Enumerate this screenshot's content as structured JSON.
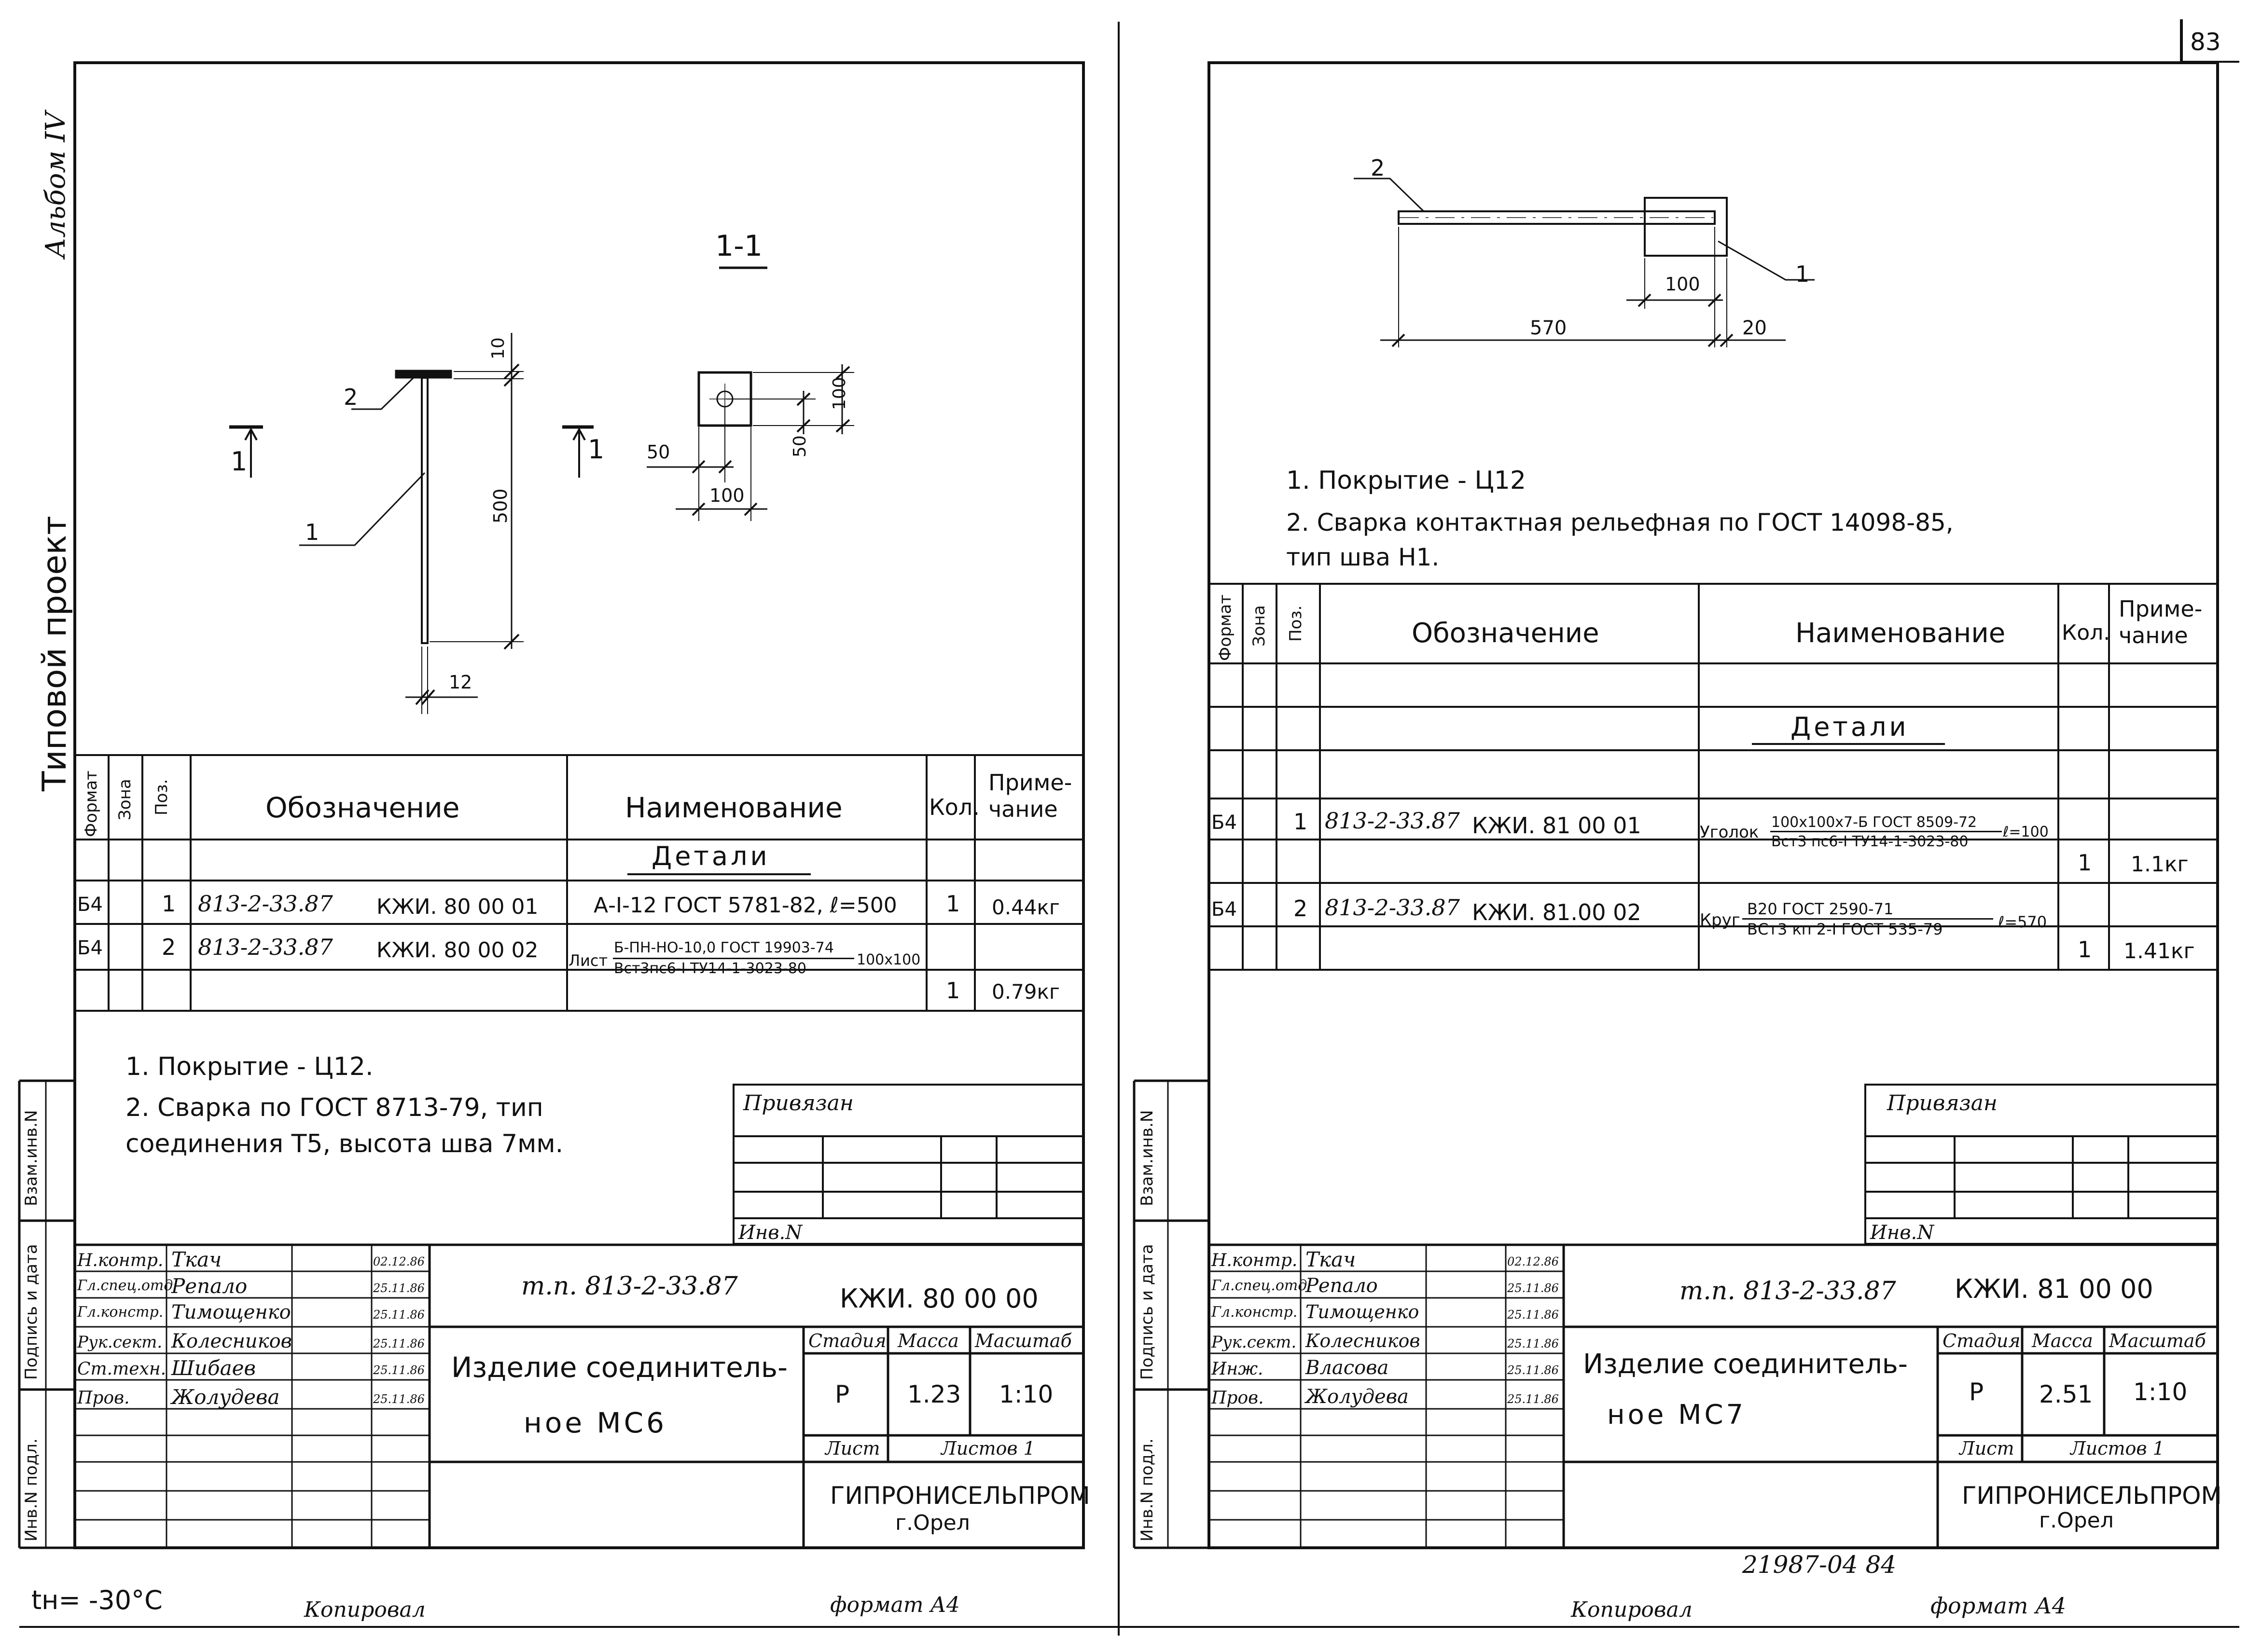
{
  "page_number": "83",
  "bottom_number": "21987-04   84",
  "temperature": "tн= -30°С",
  "copied_left": "Копировал",
  "copied_right": "Копировал",
  "format_left": "формат А4",
  "format_right": "формат А4",
  "side_left": {
    "album": "Альбом IV",
    "project": "Типовой проект",
    "stamp_1": "Взам.инв.N",
    "stamp_2": "Подпись и дата",
    "stamp_3": "Инв.N подл."
  },
  "side_right": {
    "stamp_1": "Взам.инв.N",
    "stamp_2": "Подпись и дата",
    "stamp_3": "Инв.N подл."
  },
  "left": {
    "section_label": "1-1",
    "section_mark": "1",
    "dims": {
      "d10": "10",
      "d500": "500",
      "d12": "12",
      "d50a": "50",
      "d100a": "100",
      "d50b": "50",
      "d100b": "100"
    },
    "pos_1": "1",
    "pos_2": "2",
    "spec_headers": [
      "Формат",
      "Зона",
      "Поз.",
      "Обозначение",
      "Наименование",
      "Кол.",
      "Приме-\nчание"
    ],
    "section_title": "Детали",
    "rows": [
      {
        "format": "Б4",
        "zone": "",
        "pos": "1",
        "doc": "813-2-33.87",
        "code": "КЖИ. 80 00 01",
        "name": "А-I-12 ГОСТ 5781-82, ℓ=500",
        "qty": "1",
        "note": "0.44кг"
      },
      {
        "format": "Б4",
        "zone": "",
        "pos": "2",
        "doc": "813-2-33.87",
        "code": "КЖИ. 80 00 02",
        "name_prefix": "Лист",
        "name_top": "Б-ПН-НО-10,0 ГОСТ 19903-74",
        "name_bot": "Вст3пс6-I ТУ14-1-3023-80",
        "name_suffix": "100х100",
        "qty": "",
        "note": ""
      },
      {
        "format": "",
        "zone": "",
        "pos": "",
        "doc": "",
        "code": "",
        "name": "",
        "qty": "1",
        "note": "0.79кг"
      }
    ],
    "notes": [
      "1. Покрытие - Ц12.",
      "2. Сварка по ГОСТ 8713-79, тип",
      "соединения Т5, высота шва 7мм."
    ],
    "privyazan": "Привязан",
    "inv": "Инв.N",
    "staff": [
      {
        "role": "Н.контр.",
        "name": "Ткач",
        "date": "02.12.86"
      },
      {
        "role": "Гл.спец.отд",
        "name": "Репало",
        "date": "25.11.86"
      },
      {
        "role": "Гл.констр.",
        "name": "Тимощенко",
        "date": "25.11.86"
      },
      {
        "role": "Рук.сект.",
        "name": "Колесников",
        "date": "25.11.86"
      },
      {
        "role": "Ст.техн.",
        "name": "Шибаев",
        "date": "25.11.86"
      },
      {
        "role": "Пров.",
        "name": "Жолудева",
        "date": "25.11.86"
      }
    ],
    "tp": "т.п. 813-2-33.87",
    "code": "КЖИ. 80 00 00",
    "title_1": "Изделие соединитель-",
    "title_2": "ное МС6",
    "stage_h": "Стадия",
    "mass_h": "Масса",
    "scale_h": "Масштаб",
    "stage": "Р",
    "mass": "1.23",
    "scale": "1:10",
    "sheet": "Лист",
    "sheets": "Листов 1",
    "org": "ГИПРОНИСЕЛЬПРОМ",
    "city": "г.Орел"
  },
  "right": {
    "pos_1": "1",
    "pos_2": "2",
    "dims": {
      "d100": "100",
      "d570": "570",
      "d20": "20"
    },
    "notes": [
      "1. Покрытие - Ц12",
      "2. Сварка  контактная   рельефная  по ГОСТ 14098-85,",
      "тип  шва  Н1."
    ],
    "spec_headers": [
      "Формат",
      "Зона",
      "Поз.",
      "Обозначение",
      "Наименование",
      "Кол.",
      "Приме-\nчание"
    ],
    "section_title": "Детали",
    "rows": [
      {
        "format": "Б4",
        "pos": "1",
        "doc": "813-2-33.87",
        "code": "КЖИ. 81 00 01",
        "name_prefix": "Уголок",
        "name_top": "100х100х7-Б ГОСТ 8509-72",
        "name_bot": "Вст3 пс6-I ТУ14-1-3023-80",
        "name_suffix": "ℓ=100",
        "qty": "1",
        "note": "1.1кг"
      },
      {
        "format": "Б4",
        "pos": "2",
        "doc": "813-2-33.87",
        "code": "КЖИ. 81.00 02",
        "name_prefix": "Круг",
        "name_top": "В20 ГОСТ 2590-71",
        "name_bot": "ВСт3 кп 2-I ГОСТ 535-79",
        "name_suffix": "ℓ=570",
        "qty": "1",
        "note": "1.41кг"
      }
    ],
    "privyazan": "Привязан",
    "inv": "Инв.N",
    "staff": [
      {
        "role": "Н.контр.",
        "name": "Ткач",
        "date": "02.12.86"
      },
      {
        "role": "Гл.спец.отд",
        "name": "Репало",
        "date": "25.11.86"
      },
      {
        "role": "Гл.констр.",
        "name": "Тимощенко",
        "date": "25.11.86"
      },
      {
        "role": "Рук.сект.",
        "name": "Колесников",
        "date": "25.11.86"
      },
      {
        "role": "Инж.",
        "name": "Власова",
        "date": "25.11.86"
      },
      {
        "role": "Пров.",
        "name": "Жолудева",
        "date": "25.11.86"
      }
    ],
    "tp": "т.п. 813-2-33.87",
    "code": "КЖИ. 81 00 00",
    "title_1": "Изделие соединитель-",
    "title_2": "ное МС7",
    "stage_h": "Стадия",
    "mass_h": "Масса",
    "scale_h": "Масштаб",
    "stage": "Р",
    "mass": "2.51",
    "scale": "1:10",
    "sheet": "Лист",
    "sheets": "Листов 1",
    "org": "ГИПРОНИСЕЛЬПРОМ",
    "city": "г.Орел"
  }
}
